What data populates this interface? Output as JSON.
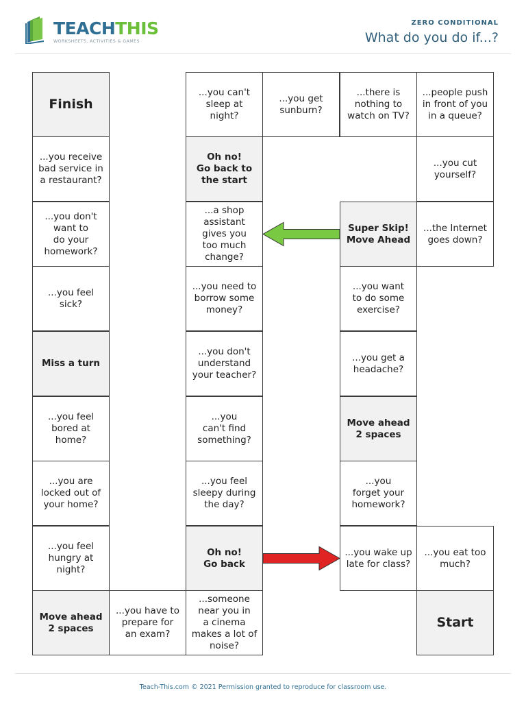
{
  "header": {
    "logo": {
      "brand_part1": "TEACH",
      "brand_part2": "THIS",
      "tagline": "WORKSHEETS, ACTIVITIES & GAMES"
    },
    "topic": "ZERO CONDITIONAL",
    "title": "What do you do if...?"
  },
  "board": {
    "squares": [
      {
        "text": "Start",
        "kind": "end"
      },
      {
        "text": "...you eat too\nmuch?",
        "kind": "normal"
      },
      {
        "text": "...you wake up\nlate for class?",
        "kind": "normal"
      },
      {
        "text": "...you\nforget your\nhomework?",
        "kind": "normal"
      },
      {
        "text": "Move ahead\n2 spaces",
        "kind": "special"
      },
      {
        "text": "...you get a\nheadache?",
        "kind": "normal"
      },
      {
        "text": "...you want\nto do some\nexercise?",
        "kind": "normal"
      },
      {
        "text": "Super Skip!\nMove Ahead",
        "kind": "special"
      },
      {
        "text": "...the Internet\ngoes down?",
        "kind": "normal"
      },
      {
        "text": "...you cut\nyourself?",
        "kind": "normal"
      },
      {
        "text": "...people push\nin front of you\nin a queue?",
        "kind": "normal"
      },
      {
        "text": "...there is\nnothing to\nwatch on TV?",
        "kind": "normal"
      },
      {
        "text": "...you get\nsunburn?",
        "kind": "normal"
      },
      {
        "text": "...you can't\nsleep at\nnight?",
        "kind": "normal"
      },
      {
        "text": "Oh no!\nGo back to\nthe start",
        "kind": "special"
      },
      {
        "text": "...a shop\nassistant\ngives you\ntoo much\nchange?",
        "kind": "normal"
      },
      {
        "text": "...you need to\nborrow some\nmoney?",
        "kind": "normal"
      },
      {
        "text": "...you don't\nunderstand\nyour teacher?",
        "kind": "normal"
      },
      {
        "text": "...you\ncan't find\nsomething?",
        "kind": "normal"
      },
      {
        "text": "...you feel\nsleepy during\nthe day?",
        "kind": "normal"
      },
      {
        "text": "Oh no!\nGo back",
        "kind": "special"
      },
      {
        "text": "...someone\nnear you in\na cinema\nmakes a lot of\nnoise?",
        "kind": "normal"
      },
      {
        "text": "...you have to\nprepare for\nan exam?",
        "kind": "normal"
      },
      {
        "text": "Move ahead\n2 spaces",
        "kind": "special"
      },
      {
        "text": "...you feel\nhungry at\nnight?",
        "kind": "normal"
      },
      {
        "text": "...you are\nlocked out of\nyour home?",
        "kind": "normal"
      },
      {
        "text": "...you feel\nbored at\nhome?",
        "kind": "normal"
      },
      {
        "text": "Miss a turn",
        "kind": "special"
      },
      {
        "text": "...you feel\nsick?",
        "kind": "normal"
      },
      {
        "text": "...you don't\nwant to\ndo your\nhomework?",
        "kind": "normal"
      },
      {
        "text": "...you receive\nbad service in\na restaurant?",
        "kind": "normal"
      },
      {
        "text": "Finish",
        "kind": "end"
      }
    ],
    "arrows": [
      {
        "from_square": 20,
        "to_square": 2,
        "color": "#e02424"
      },
      {
        "from_square": 7,
        "to_square": 15,
        "color": "#7ac943"
      }
    ]
  },
  "colors": {
    "brand_blue": "#2f6f93",
    "brand_green": "#6bbf3b",
    "special_square": "#f1f1f1"
  },
  "footer": {
    "text": "Teach-This.com © 2021 Permission granted to reproduce for classroom use."
  }
}
